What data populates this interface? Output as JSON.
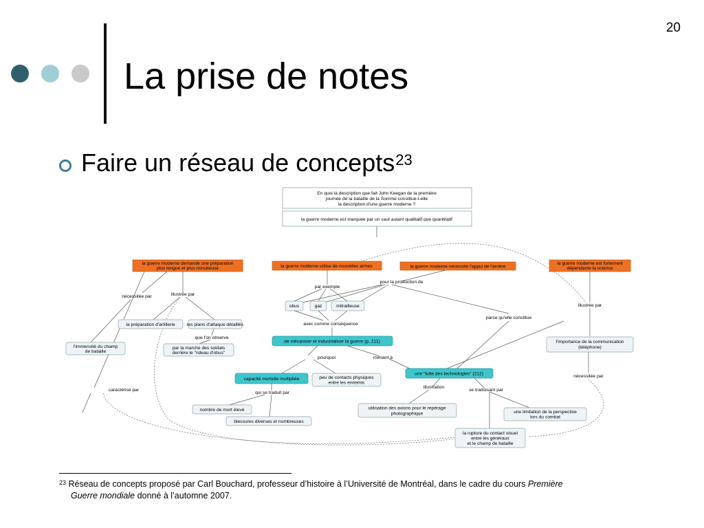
{
  "slide": {
    "number": "20",
    "title": "La prise de notes",
    "dots": [
      {
        "name": "dark",
        "color": "#2e5f6b"
      },
      {
        "name": "light",
        "color": "#9fcfd6"
      },
      {
        "name": "grey",
        "color": "#c9c9c9"
      }
    ],
    "bullet": {
      "text": "Faire un réseau de concepts",
      "sup": "23"
    },
    "footnote": {
      "number": "23",
      "text_before": "Réseau de concepts proposé par Carl Bouchard, professeur d’histoire à l’Université de Montréal, dans le cadre du cours ",
      "italic1": "Première",
      "italic2": "Guerre mondiale",
      "text_after": " donné à l’automne 2007."
    }
  },
  "colors": {
    "orange": "#f07022",
    "teal": "#3ec6cc",
    "node_fill": "#eef3f5",
    "node_border": "#8fa5ae",
    "dark_dot": "#2e5f6b",
    "light_dot": "#9fcfd6",
    "grey_dot": "#c9c9c9",
    "bullet": "#3b7d96"
  },
  "concept_map": {
    "question": [
      "En quoi la description que fait John Keegan de la première",
      "journée de la bataille de la Somme constitue-t-elle",
      "la description d'une guerre moderne ?"
    ],
    "thesis": "la guerre moderne est marquée par un saut autant qualitatif que quantitatif",
    "n_prep": [
      "la guerre moderne demande une préparation",
      "plus longue et plus minutieuse"
    ],
    "n_armes": [
      "la guerre moderne utilise de nouvelles armes"
    ],
    "n_arriere": [
      "la guerre moderne nécessite l'appui de l'arrière"
    ],
    "n_science": [
      "la guerre moderne est fortement",
      "dépendante la science"
    ],
    "n_artillerie": [
      "la préparation d'artillerie"
    ],
    "n_plans": [
      "les plans d'attaque détaillés"
    ],
    "n_immensite": [
      "l'immensité du champ",
      "de bataille"
    ],
    "n_marche": [
      "par la marche des soldats",
      "derrière le \"rideau d'obus\""
    ],
    "n_obus": [
      "obus"
    ],
    "n_gaz": [
      "gaz"
    ],
    "n_mitrailleuse": [
      "mitrailleuse"
    ],
    "n_mecaniser": [
      "de mécaniser et industrialiser la guerre (p. 211)"
    ],
    "n_capacite": [
      "capacité mortelle multipliée"
    ],
    "n_contacts": [
      "peu de contacts physiques",
      "entre les ennemis"
    ],
    "n_lutte": [
      "une \"lutte des technologies\" (212)"
    ],
    "n_communication": [
      "l'importance de la communication",
      "(téléphone)"
    ],
    "n_morts": [
      "nombre de mort élevé"
    ],
    "n_blessures": [
      "blessures diverses et nombreuses"
    ],
    "n_avions": [
      "utilisation des avions pour le repérage",
      "photographique"
    ],
    "n_perspective": [
      "une limitation de la perspective",
      "lors du combat"
    ],
    "n_rupture": [
      "la rupture du contact visuel",
      "entre les généraux",
      "et le champ de bataille"
    ],
    "links": {
      "necessitee_par": "nécessitée par",
      "illustree_par_1": "illustrée par",
      "par_exemple": "par exemple",
      "pour_la_production": "pour la production de",
      "illustree_par_2": "illustrée par",
      "que_l_on_observe": "que l'on observe",
      "avec_comme": "avec comme conséquence",
      "parce_qu": "parce qu'elle constitue",
      "pourquoi": "pourquoi",
      "menant_a": "menant à",
      "necessitee_par_2": "nécessitée par",
      "caracterise_par": "caractérisé par",
      "qui_se_traduit": "qui se traduit par",
      "illustration": "illustration",
      "se_traduisant": "se traduisant par"
    }
  }
}
